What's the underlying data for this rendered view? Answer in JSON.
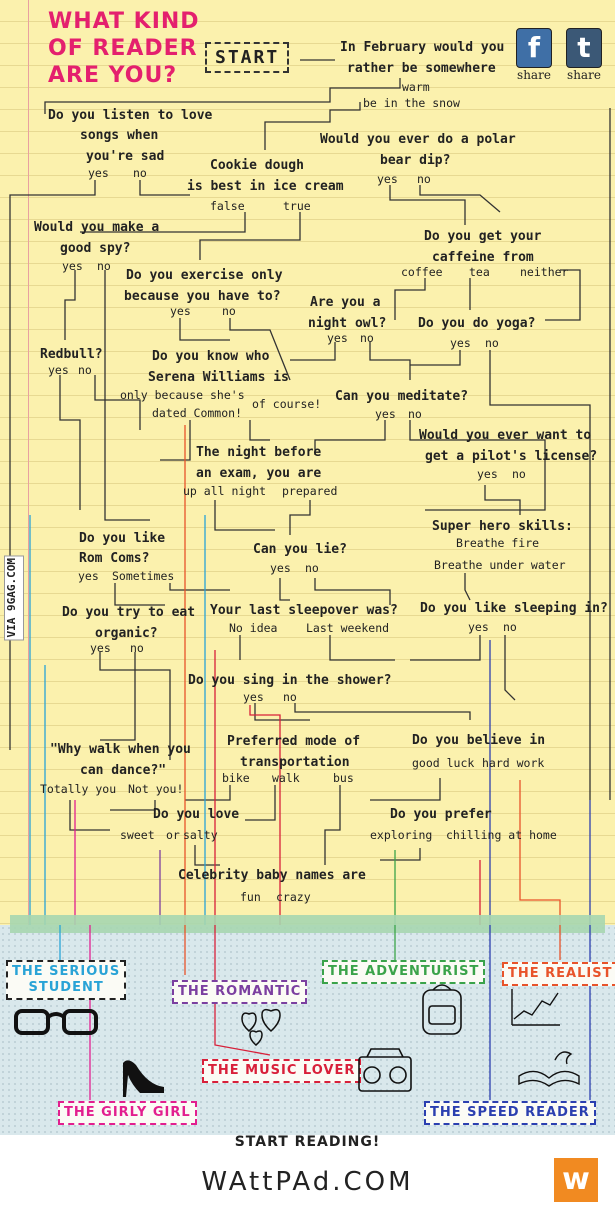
{
  "header": {
    "title": "WHAT KIND\nOF READER\nARE YOU?",
    "start": "START",
    "share_facebook_icon": "f",
    "share_tumblr_icon": "t",
    "share_label": "share",
    "via": "VIA 9GAG.COM"
  },
  "questions": {
    "q_february": "In February would you",
    "q_february_2": "rather be somewhere",
    "a_warm": "warm",
    "a_snow": "be in the snow",
    "q_love_songs": "Do you listen to love",
    "q_love_songs_2": "songs when",
    "q_love_songs_3": "you're sad",
    "q_love_songs_yes": "yes",
    "q_love_songs_no": "no",
    "q_polar": "Would you ever do a polar",
    "q_polar_2": "bear dip?",
    "q_polar_yes": "yes",
    "q_polar_no": "no",
    "q_cookie": "Cookie dough",
    "q_cookie_2": "is best in ice cream",
    "q_cookie_false": "false",
    "q_cookie_true": "true",
    "q_spy": "Would you make a",
    "q_spy_2": "good spy?",
    "q_spy_yes": "yes",
    "q_spy_no": "no",
    "q_caffeine": "Do you get your",
    "q_caffeine_2": "caffeine from",
    "q_caffeine_coffee": "coffee",
    "q_caffeine_tea": "tea",
    "q_caffeine_neither": "neither",
    "q_exercise": "Do you exercise only",
    "q_exercise_2": "because you have to?",
    "q_exercise_yes": "yes",
    "q_exercise_no": "no",
    "q_owl": "Are you a",
    "q_owl_2": "night owl?",
    "q_owl_yes": "yes",
    "q_owl_no": "no",
    "q_yoga": "Do you do yoga?",
    "q_yoga_yes": "yes",
    "q_yoga_no": "no",
    "q_redbull": "Redbull?",
    "q_redbull_yes": "yes",
    "q_redbull_no": "no",
    "q_serena": "Do you know who",
    "q_serena_2": "Serena Williams is",
    "q_serena_a1": "only because she's",
    "q_serena_a1_2": "dated Common!",
    "q_serena_a2": "of course!",
    "q_meditate": "Can you meditate?",
    "q_meditate_yes": "yes",
    "q_meditate_no": "no",
    "q_pilot": "Would you ever want to",
    "q_pilot_2": "get a pilot's license?",
    "q_pilot_yes": "yes",
    "q_pilot_no": "no",
    "q_exam": "The night before",
    "q_exam_2": "an exam, you are",
    "q_exam_a1": "up all night",
    "q_exam_a2": "prepared",
    "q_romcoms": "Do you like",
    "q_romcoms_2": "Rom Coms?",
    "q_romcoms_yes": "yes",
    "q_romcoms_sometimes": "Sometimes",
    "q_lie": "Can you lie?",
    "q_lie_yes": "yes",
    "q_lie_no": "no",
    "q_superhero": "Super hero skills:",
    "q_superhero_a1": "Breathe fire",
    "q_superhero_a2": "Breathe under water",
    "q_organic": "Do you try to eat",
    "q_organic_2": "organic?",
    "q_organic_yes": "yes",
    "q_organic_no": "no",
    "q_sleepover": "Your last sleepover was?",
    "q_sleepover_a1": "No idea",
    "q_sleepover_a2": "Last weekend",
    "q_sleepin": "Do you like sleeping in?",
    "q_sleepin_yes": "yes",
    "q_sleepin_no": "no",
    "q_sing": "Do you sing in the shower?",
    "q_sing_yes": "yes",
    "q_sing_no": "no",
    "q_transport": "Preferred mode of",
    "q_transport_2": "transportation",
    "q_transport_bike": "bike",
    "q_transport_walk": "walk",
    "q_transport_bus": "bus",
    "q_luck": "Do you believe in",
    "q_luck_a1": "good luck",
    "q_luck_a2": "hard work",
    "q_dance": "\"Why walk when you",
    "q_dance_2": "can dance?\"",
    "q_dance_a1": "Totally you",
    "q_dance_a2": "Not you!",
    "q_love": "Do you love",
    "q_love_a1": "sweet",
    "q_love_or": "or",
    "q_love_a2": "salty",
    "q_prefer": "Do you prefer",
    "q_prefer_a1": "exploring",
    "q_prefer_a2": "chilling at home",
    "q_baby": "Celebrity baby names are",
    "q_baby_a1": "fun",
    "q_baby_a2": "crazy"
  },
  "results": {
    "serious": "THE SERIOUS",
    "serious_2": "STUDENT",
    "romantic": "THE ROMANTIC",
    "adventurist": "THE ADVENTURIST",
    "realist": "THE REALIST",
    "music": "THE MUSIC LOVER",
    "girly": "THE GIRLY GIRL",
    "speed": "THE SPEED READER"
  },
  "colors": {
    "title": "#e4206e",
    "serious": "#29a3d6",
    "romantic": "#7b3fa0",
    "adventurist": "#3aa34a",
    "realist": "#e8532a",
    "music": "#d8203a",
    "girly": "#e21f8f",
    "speed": "#2b3fb0"
  },
  "footer": {
    "start_reading": "START READING!",
    "site": "WAttPAd.COM",
    "logo": "w"
  }
}
